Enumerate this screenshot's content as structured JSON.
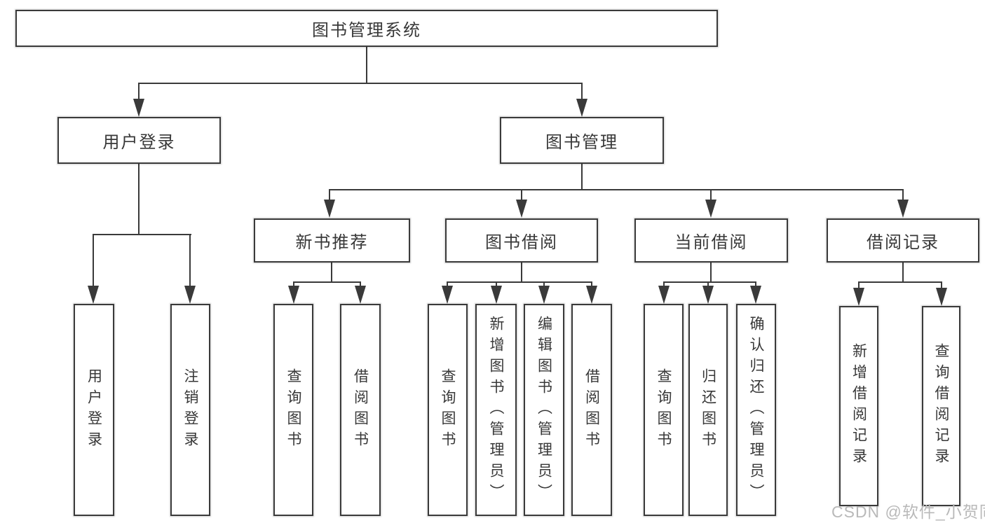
{
  "tree": {
    "root": "图书管理系统",
    "children": [
      {
        "label": "用户登录",
        "children": [
          "用户登录",
          "注销登录"
        ]
      },
      {
        "label": "图书管理",
        "children": [
          {
            "label": "新书推荐",
            "children": [
              "查询图书",
              "借阅图书"
            ]
          },
          {
            "label": "图书借阅",
            "children": [
              "查询图书",
              "新增图书（管理员）",
              "编辑图书（管理员）",
              "借阅图书"
            ]
          },
          {
            "label": "当前借阅",
            "children": [
              "查询图书",
              "归还图书",
              "确认归还（管理员）"
            ]
          },
          {
            "label": "借阅记录",
            "children": [
              "新增借阅记录",
              "查询借阅记录"
            ]
          }
        ]
      }
    ]
  },
  "watermark": {
    "text": "CSDN @软件_小贺同学",
    "color": "#b9b9b9"
  },
  "colors": {
    "line": "#3a3a3a",
    "text": "#383838",
    "background": "#ffffff"
  }
}
